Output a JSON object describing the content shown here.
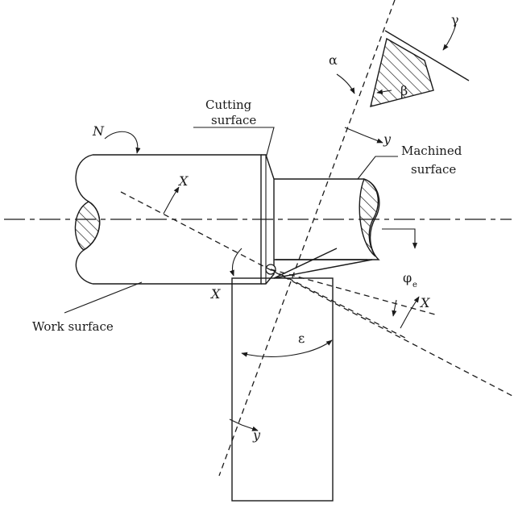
{
  "labels": {
    "n": "N",
    "cutting_surface_1": "Cutting",
    "cutting_surface_2": "surface",
    "machined_surface_1": "Machined",
    "machined_surface_2": "surface",
    "work_surface": "Work surface",
    "x_top": "X",
    "x_bottom": "X",
    "x_right": "X",
    "y_top": "y",
    "y_bottom": "y",
    "alpha": "α",
    "beta": "β",
    "gamma": "γ",
    "epsilon": "ε",
    "phi": "φ",
    "phi_sub": "e"
  }
}
